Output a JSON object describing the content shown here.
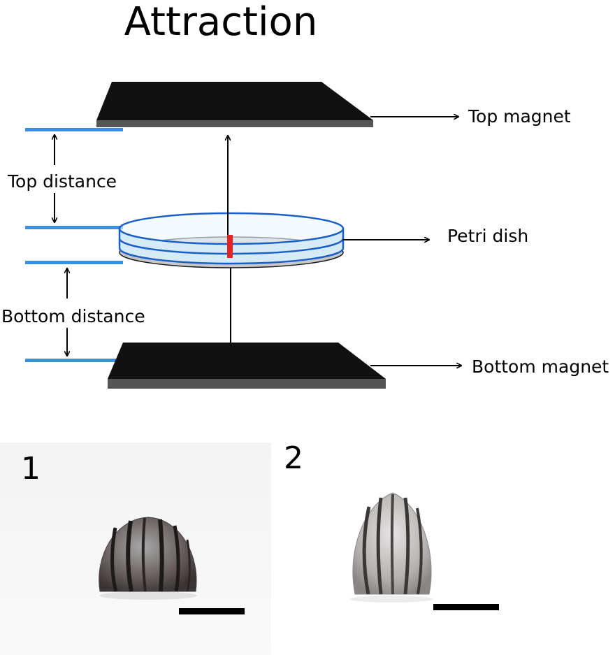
{
  "title": "Attraction",
  "labels": {
    "top_magnet": "Top magnet",
    "petri_dish": "Petri dish",
    "bottom_magnet": "Bottom magnet",
    "top_distance": "Top distance",
    "bottom_distance": "Bottom distance"
  },
  "panels": [
    {
      "number": "1"
    },
    {
      "number": "2"
    }
  ],
  "colors": {
    "magnet_top_face": "#111111",
    "magnet_side": "#555555",
    "distance_marker": "#3b8fe0",
    "dish_outline": "#1a5fc8",
    "dish_fill": "#d6ebf8",
    "dish_base": "#c8c8c8",
    "sample": "#e52323",
    "scale_bar": "#000000"
  }
}
